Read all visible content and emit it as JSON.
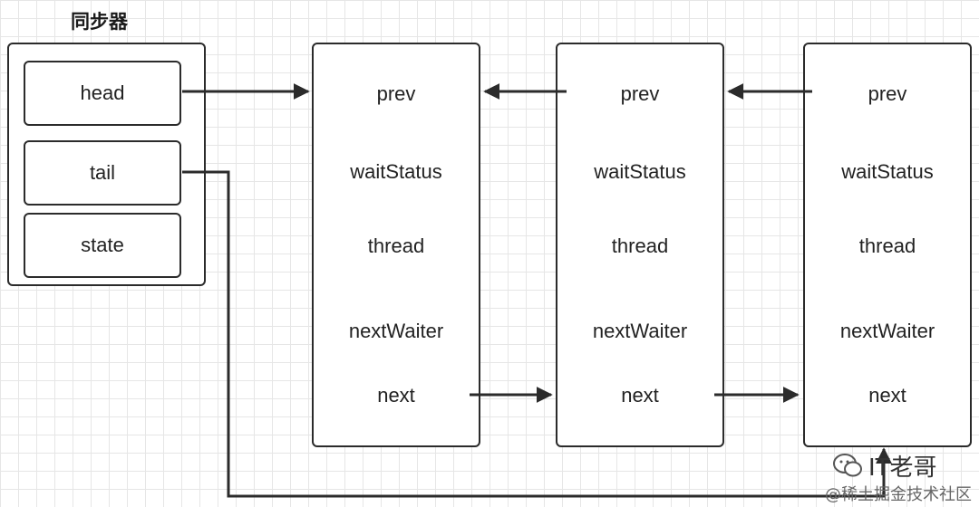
{
  "diagram": {
    "title": "同步器",
    "synchronizer": {
      "fields": [
        "head",
        "tail",
        "state"
      ]
    },
    "nodes": [
      {
        "fields": [
          "prev",
          "waitStatus",
          "thread",
          "nextWaiter",
          "next"
        ]
      },
      {
        "fields": [
          "prev",
          "waitStatus",
          "thread",
          "nextWaiter",
          "next"
        ]
      },
      {
        "fields": [
          "prev",
          "waitStatus",
          "thread",
          "nextWaiter",
          "next"
        ]
      }
    ],
    "edges": [
      {
        "from": "head",
        "to": "node1.prev"
      },
      {
        "from": "node2.prev",
        "to": "node1.prev"
      },
      {
        "from": "node3.prev",
        "to": "node2.prev"
      },
      {
        "from": "node1.next",
        "to": "node2.next"
      },
      {
        "from": "node2.next",
        "to": "node3.next"
      },
      {
        "from": "tail",
        "to": "node3"
      }
    ],
    "colors": {
      "line": "#2b2b2b",
      "grid": "#e6e6e6"
    }
  },
  "watermark": {
    "name": "IT老哥",
    "sub": "@稀土掘金技术社区",
    "icon": "wechat-icon"
  }
}
